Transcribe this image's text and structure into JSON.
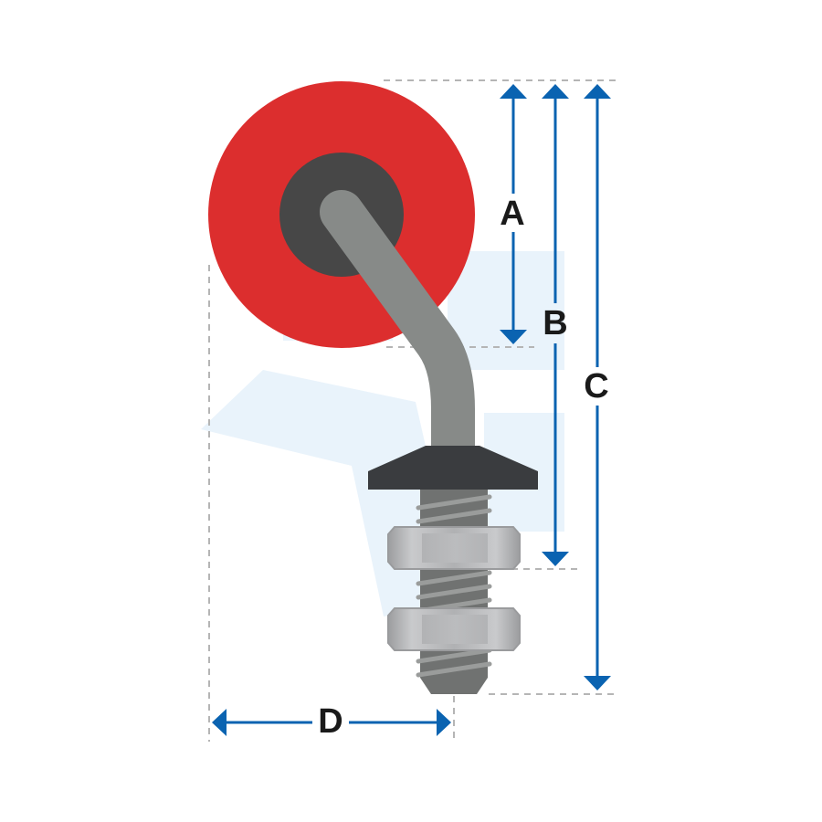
{
  "colors": {
    "knob": "#dc2e2e",
    "knob_center": "#474747",
    "stem": "#878a88",
    "washer": "#3a3c3f",
    "thread": "#707271",
    "nut": "#b3b4b5",
    "dimension": "#0a63b1",
    "guide": "#b5b5b5",
    "watermark": "#e9f3fb"
  },
  "dimensions": {
    "a": {
      "label": "A"
    },
    "b": {
      "label": "B"
    },
    "c": {
      "label": "C"
    },
    "d": {
      "label": "D"
    }
  },
  "watermark_icon": "company-logo-watermark"
}
